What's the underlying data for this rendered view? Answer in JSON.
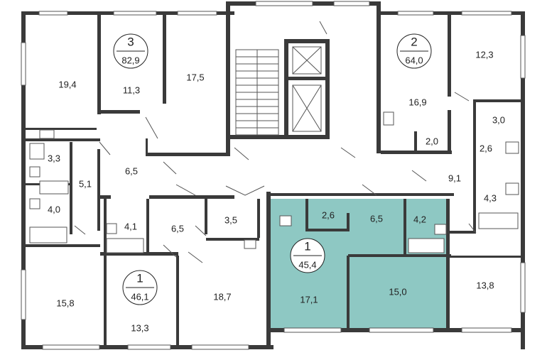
{
  "apartments": [
    {
      "id": "apt-3",
      "number": "3",
      "area": "82,9"
    },
    {
      "id": "apt-2",
      "number": "2",
      "area": "64,0"
    },
    {
      "id": "apt-1-right",
      "number": "1",
      "area": "45,4"
    },
    {
      "id": "apt-1-left",
      "number": "1",
      "area": "46,1"
    }
  ],
  "rooms": [
    {
      "id": "r-19-4",
      "label": "19,4"
    },
    {
      "id": "r-11-3",
      "label": "11,3"
    },
    {
      "id": "r-17-5",
      "label": "17,5"
    },
    {
      "id": "r-12-3",
      "label": "12,3"
    },
    {
      "id": "r-16-9",
      "label": "16,9"
    },
    {
      "id": "r-3-0",
      "label": "3,0"
    },
    {
      "id": "r-2-0",
      "label": "2,0"
    },
    {
      "id": "r-2-6a",
      "label": "2,6"
    },
    {
      "id": "r-3-3",
      "label": "3,3"
    },
    {
      "id": "r-6-5a",
      "label": "6,5"
    },
    {
      "id": "r-5-1",
      "label": "5,1"
    },
    {
      "id": "r-9-1",
      "label": "9,1"
    },
    {
      "id": "r-4-0",
      "label": "4,0"
    },
    {
      "id": "r-4-3",
      "label": "4,3"
    },
    {
      "id": "r-4-1",
      "label": "4,1"
    },
    {
      "id": "r-6-5b",
      "label": "6,5"
    },
    {
      "id": "r-3-5",
      "label": "3,5"
    },
    {
      "id": "r-2-6b",
      "label": "2,6"
    },
    {
      "id": "r-6-5c",
      "label": "6,5"
    },
    {
      "id": "r-4-2",
      "label": "4,2"
    },
    {
      "id": "r-15-8",
      "label": "15,8"
    },
    {
      "id": "r-18-7",
      "label": "18,7"
    },
    {
      "id": "r-17-1",
      "label": "17,1"
    },
    {
      "id": "r-15-0",
      "label": "15,0"
    },
    {
      "id": "r-13-8",
      "label": "13,8"
    },
    {
      "id": "r-13-3",
      "label": "13,3"
    }
  ],
  "colors": {
    "highlight": "#8ec8c3",
    "wall": "#3a3a3a"
  }
}
